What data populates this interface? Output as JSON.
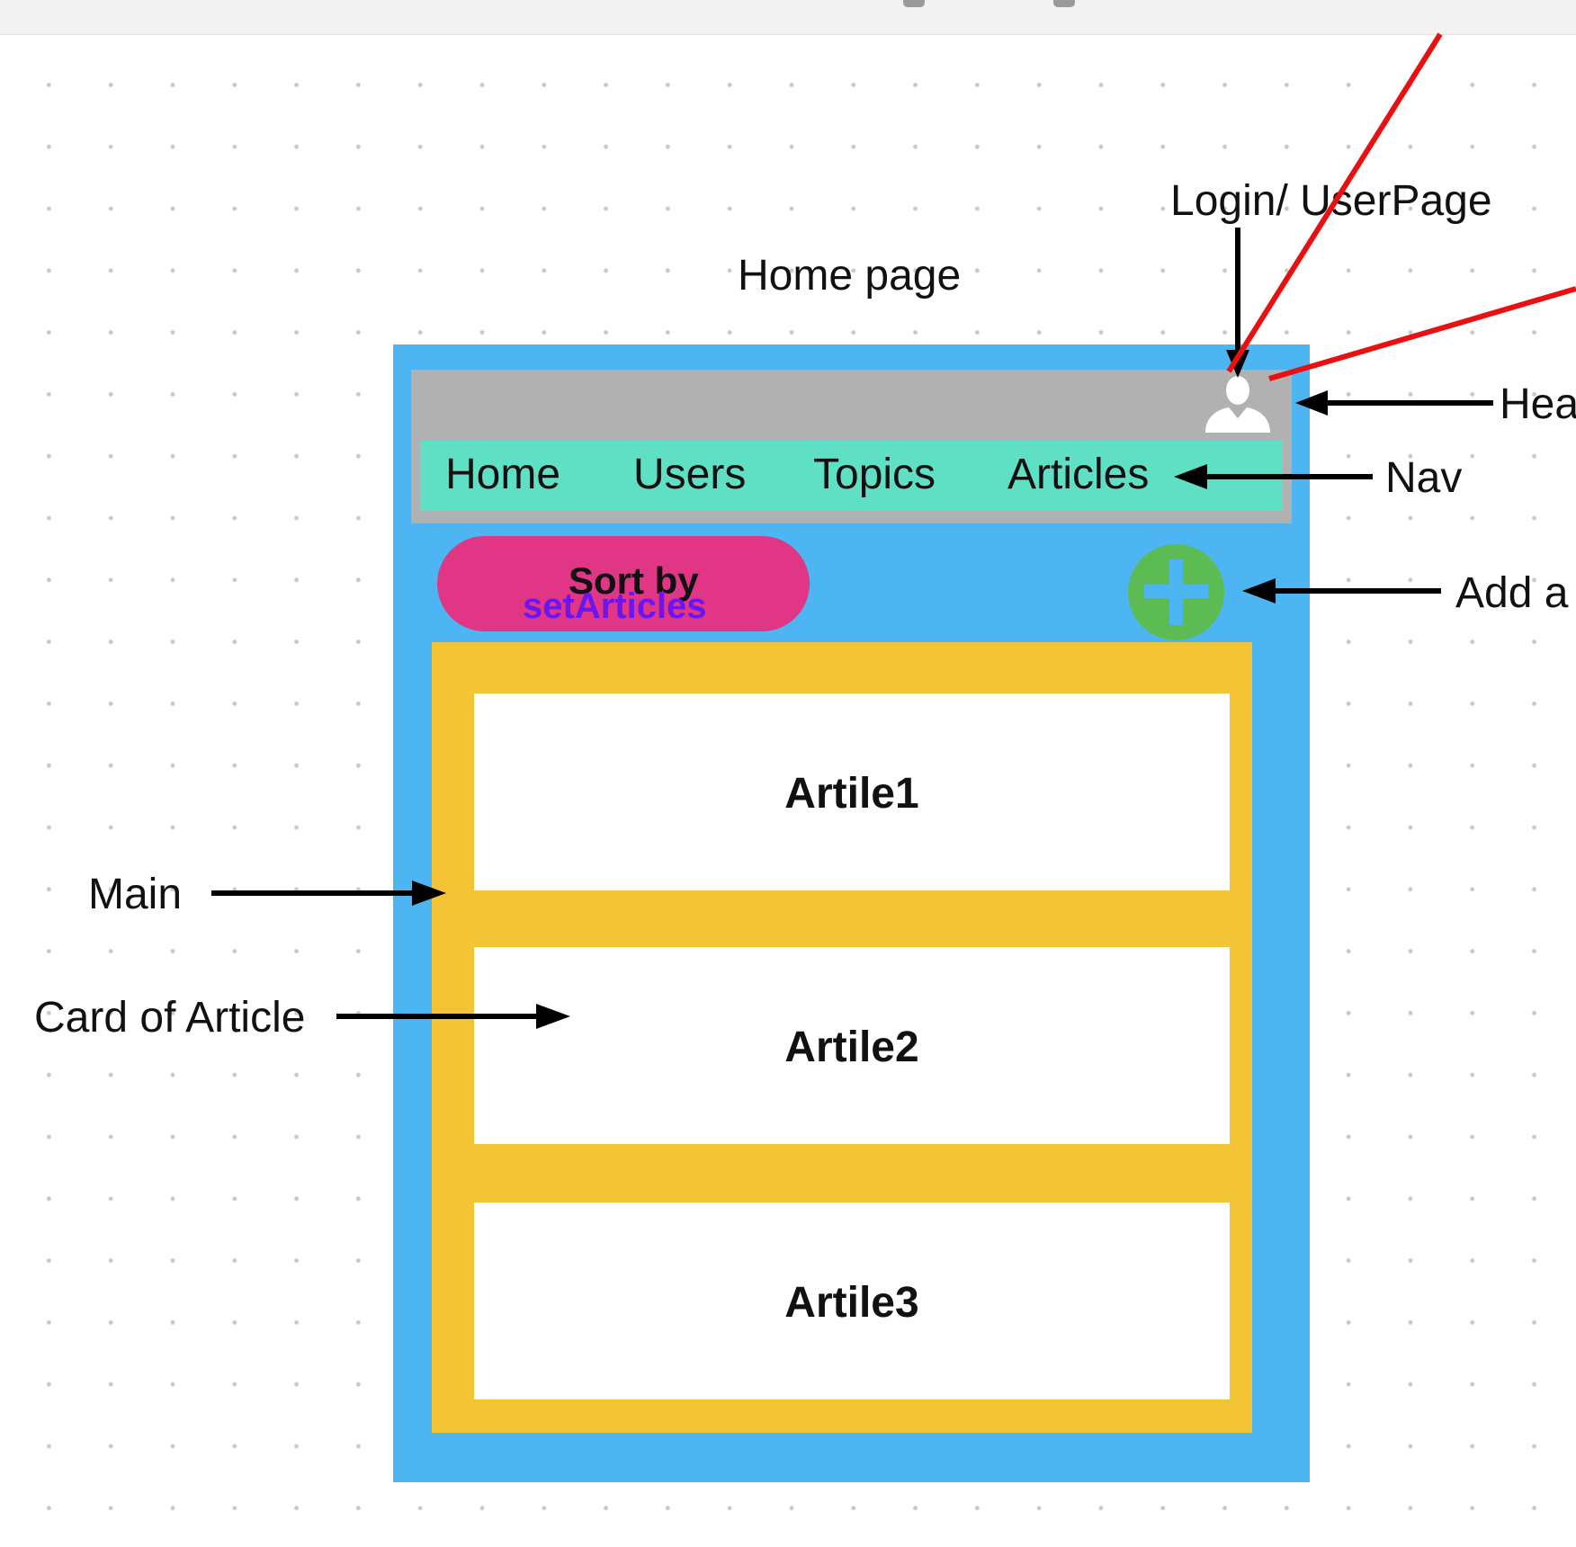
{
  "diagram": {
    "page_title": "Home page",
    "annotations": {
      "login": "Login/ UserPage",
      "header": "Hea",
      "nav": "Nav",
      "add": "Add a",
      "main": "Main",
      "card": "Card of Article"
    }
  },
  "nav": {
    "items": [
      {
        "label": "Home"
      },
      {
        "label": "Users"
      },
      {
        "label": "Topics"
      },
      {
        "label": "Articles"
      }
    ]
  },
  "toolbar": {
    "sort_label": "Sort by",
    "sort_hint": "setArticles"
  },
  "articles": [
    {
      "title": "Artile1"
    },
    {
      "title": "Artile2"
    },
    {
      "title": "Artile3"
    }
  ],
  "icons": {
    "avatar": "user-silhouette-icon",
    "add": "plus-circle-icon"
  },
  "colors": {
    "frame": "#4db6f2",
    "header": "#b1b1b1",
    "nav": "#5fe0c4",
    "sort_pill": "#e13585",
    "sort_hint_text": "#6a16f2",
    "add_button": "#5dbb54",
    "main": "#f2c436",
    "card": "#ffffff",
    "red_line": "#e81010"
  }
}
